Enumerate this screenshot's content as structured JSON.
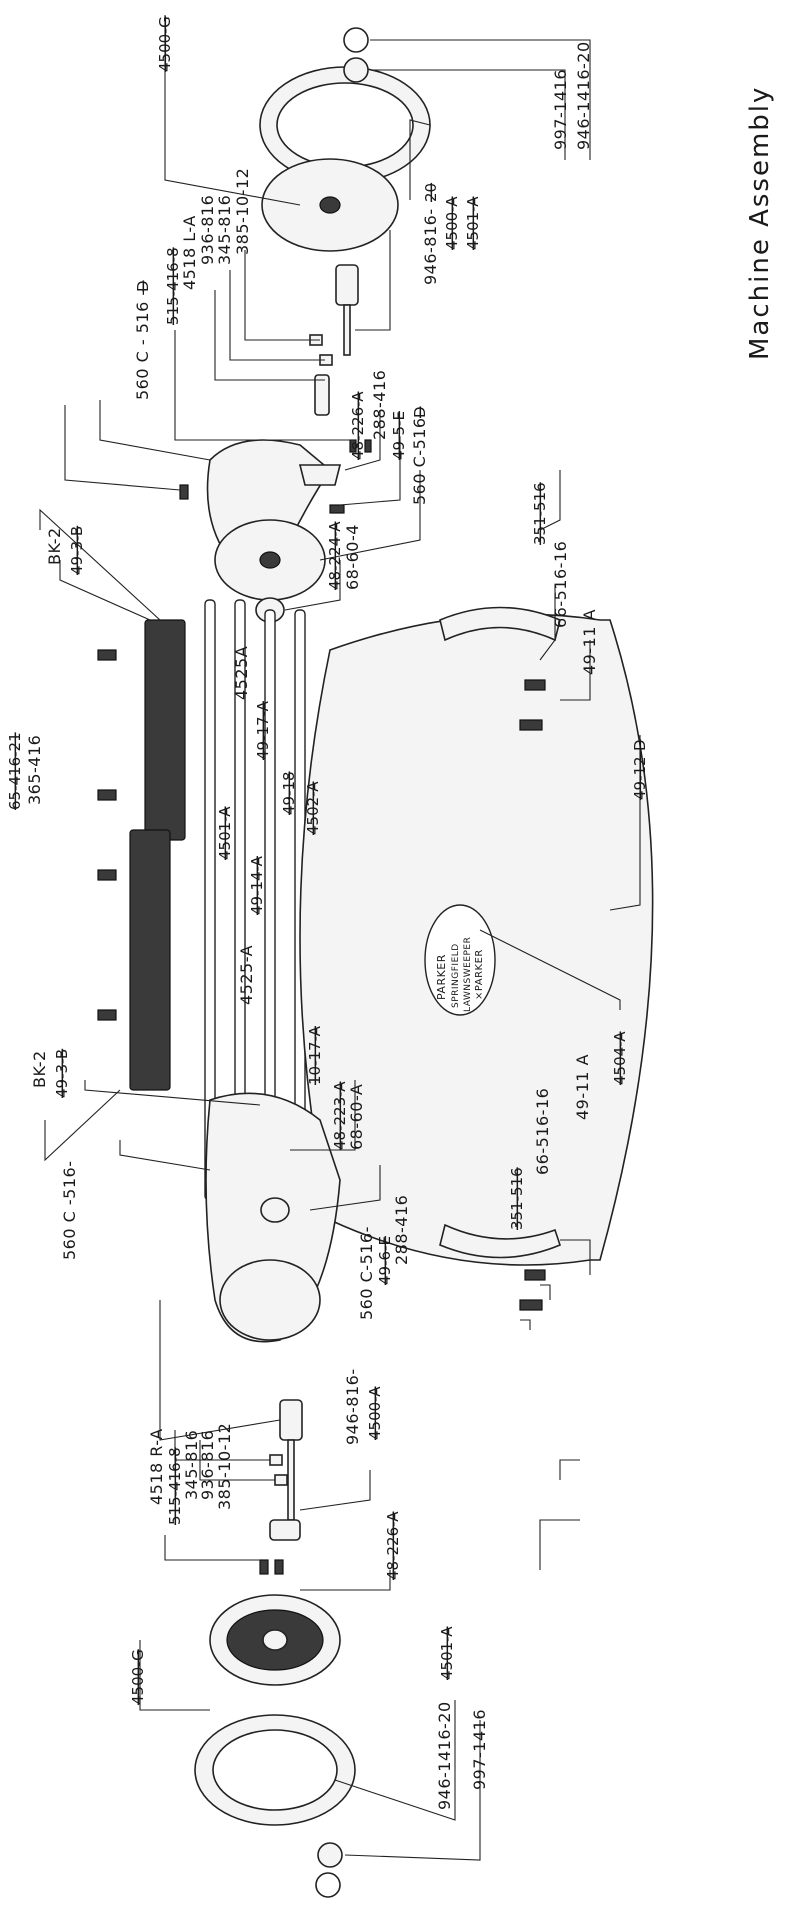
{
  "title": "Machine Assembly",
  "nameplate": [
    "PARKER",
    "SPRINGFIELD",
    "LAWNSWEEPER",
    "×PARKER"
  ],
  "labels": {
    "top_946_1416_20": "946-1416-20",
    "top_997_1416": "997-1416",
    "top_946_816": "946-816-",
    "top_946_816_strike": "20",
    "top_4500_g_strike": "4500-G",
    "top_4500a_strike": "4500-A",
    "top_4501a_strike": "4501-A",
    "top_385_10_12": "385-10-12",
    "top_345_816": "345-816",
    "top_936_816": "936-816",
    "top_4518_l_a": "4518 L-A",
    "top_515_strike": "515-416-8",
    "top_560c_516": "560 C - 516 -",
    "top_560c_516_suffix": "D",
    "top_48_strike": "48-226-A",
    "top_288_416": "288-416",
    "top_49_strike": "49-5-E",
    "top_560c_516_b": "560 C-516-",
    "top_560c_516_b_suffix": "D",
    "top_68_60_4": "68-60-4",
    "top_48b_strike": "48-224-A",
    "top_bk2": "BK-2",
    "top_49_3b_strike": "49-3-B",
    "mid_365_416": "365-416",
    "mid_65_strike": "65-416-21",
    "mid_4525a": "4525A",
    "mid_4525_a": "4525-A",
    "mid_4501a_strike": "4501-A",
    "mid_49_14a_strike": "49-14-A",
    "mid_49_17a_strike": "49-17-A",
    "mid_49_18_strike": "49-18",
    "mid_4502a_strike": "4502-A",
    "mid_10_17a_strike": "10-17-A",
    "right_351_516_strike": "351-516",
    "right_66_516_16": "66-516-16",
    "right_49_11a": "49-11 A",
    "right_49_12d_strike": "49-12-D",
    "right_4504a_strike": "4504-A",
    "bottom_bk2": "BK-2",
    "bottom_49_3b_strike": "49-3-B",
    "bottom_560c_516": "560 C -516-",
    "bottom_48_strike": "48-223-A",
    "bottom_68_60_a": "68-60-A",
    "bottom_288_416": "288-416",
    "bottom_560c_516e": "560 C-516-",
    "bottom_49_strike": "49-6-E",
    "bottom_4518_r_a": "4518 R-A",
    "bottom_515_strike": "515-416-8",
    "bottom_345_816": "345-816",
    "bottom_936_816": "936-816",
    "bottom_385_10_12": "385-10-12",
    "bottom_946_816": "946-816-",
    "bottom_4500a_strike": "4500-A",
    "bottom_48b_strike": "48-226-A",
    "bottom_4501a_strike": "4501-A",
    "bottom_4500g_strike": "4500-G",
    "bottom_946_1416_20": "946-1416-20",
    "bottom_997_1416": "997-1416",
    "bottom_351_516_strike": "351-516",
    "bottom_66_516_16": "66-516-16",
    "bottom_49_11a": "49-11 A"
  }
}
